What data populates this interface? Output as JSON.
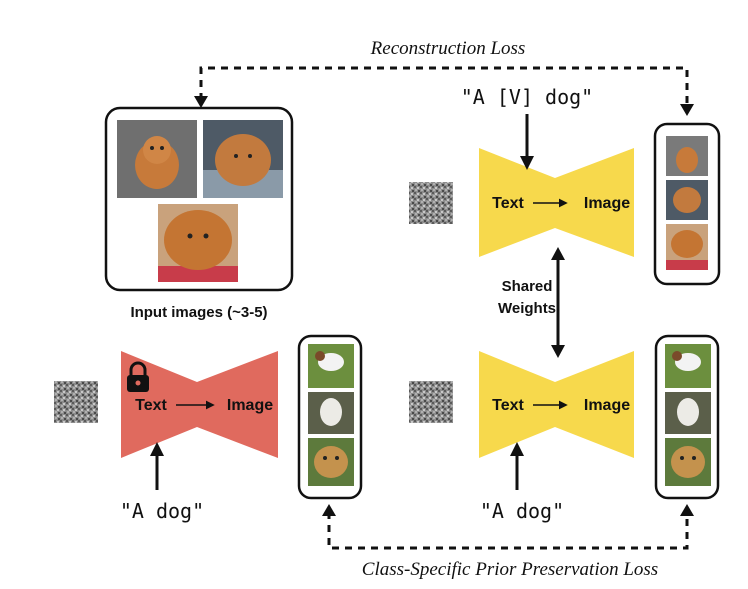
{
  "title_top": "Reconstruction Loss",
  "title_bottom": "Class-Specific Prior Preservation Loss",
  "input_caption": "Input images (~3-5)",
  "shared_weights": [
    "Shared",
    "Weights"
  ],
  "prompt_top": "\"A [V] dog\"",
  "prompt_bottom_left": "\"A dog\"",
  "prompt_bottom_right": "\"A dog\"",
  "model_text_label": "Text",
  "model_image_label": "Image",
  "colors": {
    "frozen_model": "#e06a5e",
    "trainable_model": "#f7d94c",
    "arrow": "#111111",
    "noise": "#8c8c8c"
  },
  "icons": {
    "lock": "lock-icon"
  },
  "images": {
    "input": [
      "chow-chow-dog-walking-photo",
      "chow-chow-dog-in-car-photo",
      "chow-chow-dog-lying-photo"
    ],
    "output_top": [
      "chow-chow-dog-walking-photo",
      "chow-chow-dog-in-car-photo",
      "chow-chow-dog-lying-photo"
    ],
    "output_prior": [
      "jack-russell-dog-photo",
      "white-dog-sitting-photo",
      "mixed-breed-dog-photo"
    ]
  }
}
